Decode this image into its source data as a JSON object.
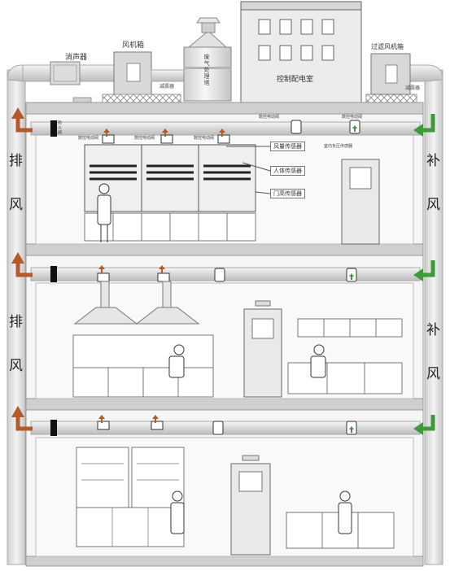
{
  "labels": {
    "muffler": "消声器",
    "fan_box": "风机箱",
    "exhaust_treatment_tower": "废气处理塔",
    "damper_left": "减震器",
    "control_room": "控制配电室",
    "filter_fan_box": "过滤风机箱",
    "damper_right": "减震器",
    "fire_damper": "防火阀",
    "valve": "数控电动阀",
    "room_pressure_sensor": "室内负压传感器",
    "sensor_airflow": "风量传感器",
    "sensor_body": "人体传感器",
    "sensor_sash": "门高传感器",
    "exhaust_chars": [
      "排",
      "风"
    ],
    "supply_chars": [
      "补",
      "风"
    ]
  },
  "colors": {
    "exhaust_arrow": "#b3592a",
    "supply_arrow": "#3d9a3a",
    "wall": "#b5b5b5",
    "duct": "#e4e4e4"
  }
}
